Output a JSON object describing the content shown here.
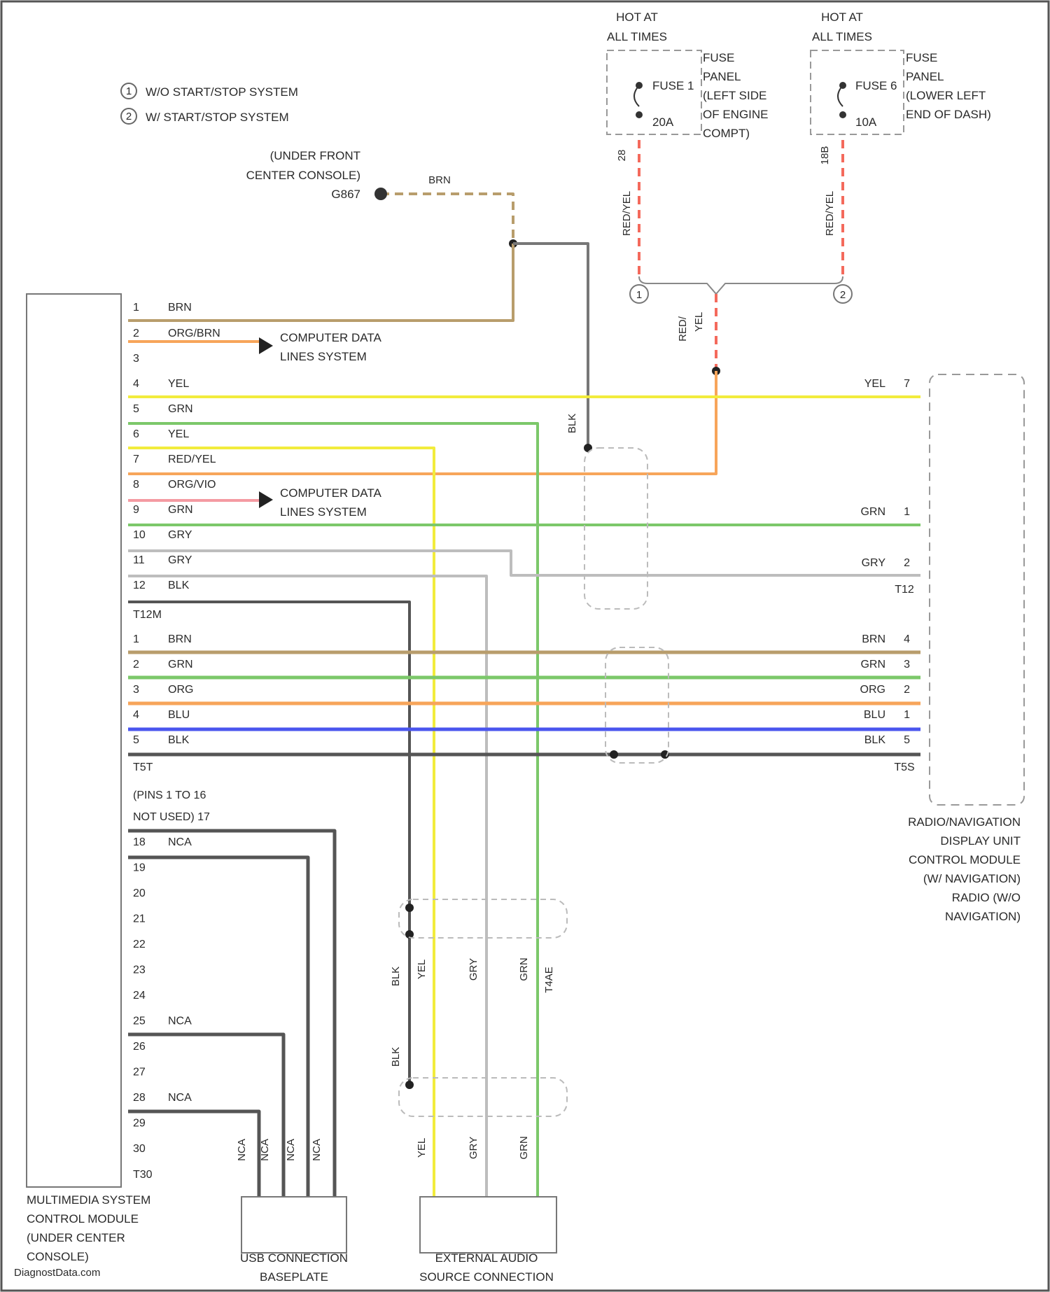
{
  "legend": [
    {
      "symbol": "1",
      "text": "W/O START/STOP SYSTEM"
    },
    {
      "symbol": "2",
      "text": "W/ START/STOP SYSTEM"
    }
  ],
  "fuses": [
    {
      "header": [
        "HOT AT",
        "ALL TIMES"
      ],
      "fuse": "FUSE 1",
      "rating": "20A",
      "circuit": "28",
      "location": [
        "FUSE",
        "PANEL",
        "(LEFT SIDE",
        "OF ENGINE",
        "COMPT)"
      ],
      "wire": "RED/YEL",
      "variant": "1"
    },
    {
      "header": [
        "HOT AT",
        "ALL TIMES"
      ],
      "fuse": "FUSE 6",
      "rating": "10A",
      "circuit": "18B",
      "location": [
        "FUSE",
        "PANEL",
        "(LOWER LEFT",
        "END OF DASH)"
      ],
      "wire": "RED/YEL",
      "variant": "2"
    }
  ],
  "feed_wire": [
    "RED/",
    "YEL"
  ],
  "ground": {
    "location": [
      "(UNDER FRONT",
      "CENTER CONSOLE)"
    ],
    "id": "G867",
    "wire": "BRN",
    "branch_wire": "BLK"
  },
  "left_module": {
    "name": [
      "MULTIMEDIA SYSTEM",
      "CONTROL MODULE",
      "(UNDER CENTER",
      "CONSOLE)"
    ],
    "connector1_pins": [
      {
        "n": "1",
        "c": "BRN"
      },
      {
        "n": "2",
        "c": "ORG/BRN"
      },
      {
        "n": "3",
        "c": ""
      },
      {
        "n": "4",
        "c": "YEL"
      },
      {
        "n": "5",
        "c": "GRN"
      },
      {
        "n": "6",
        "c": "YEL"
      },
      {
        "n": "7",
        "c": "RED/YEL"
      },
      {
        "n": "8",
        "c": "ORG/VIO"
      },
      {
        "n": "9",
        "c": "GRN"
      },
      {
        "n": "10",
        "c": "GRY"
      },
      {
        "n": "11",
        "c": "GRY"
      },
      {
        "n": "12",
        "c": "BLK"
      }
    ],
    "connector1_id": "T12M",
    "connector2_pins": [
      {
        "n": "1",
        "c": "BRN"
      },
      {
        "n": "2",
        "c": "GRN"
      },
      {
        "n": "3",
        "c": "ORG"
      },
      {
        "n": "4",
        "c": "BLU"
      },
      {
        "n": "5",
        "c": "BLK"
      }
    ],
    "connector2_id": "T5T",
    "connector3_text": [
      "(PINS 1 TO 16",
      "NOT USED) 17"
    ],
    "connector3_pins": [
      {
        "n": "18",
        "c": "NCA"
      },
      {
        "n": "19",
        "c": ""
      },
      {
        "n": "20",
        "c": ""
      },
      {
        "n": "21",
        "c": ""
      },
      {
        "n": "22",
        "c": ""
      },
      {
        "n": "23",
        "c": ""
      },
      {
        "n": "24",
        "c": ""
      },
      {
        "n": "25",
        "c": "NCA"
      },
      {
        "n": "26",
        "c": ""
      },
      {
        "n": "27",
        "c": ""
      },
      {
        "n": "28",
        "c": "NCA"
      },
      {
        "n": "29",
        "c": ""
      },
      {
        "n": "30",
        "c": ""
      }
    ],
    "connector3_id": "T30"
  },
  "computer_data": [
    "COMPUTER DATA",
    "LINES SYSTEM"
  ],
  "right_module": {
    "name": [
      "RADIO/NAVIGATION",
      "DISPLAY UNIT",
      "CONTROL MODULE",
      "(W/ NAVIGATION)",
      "RADIO (W/O",
      "NAVIGATION)"
    ],
    "pins": [
      {
        "c": "YEL",
        "n": "7"
      },
      {
        "c": "GRN",
        "n": "1"
      },
      {
        "c": "GRY",
        "n": "2"
      },
      {
        "c": "BRN",
        "n": "4"
      },
      {
        "c": "GRN",
        "n": "3"
      },
      {
        "c": "ORG",
        "n": "2"
      },
      {
        "c": "BLU",
        "n": "1"
      },
      {
        "c": "BLK",
        "n": "5"
      }
    ],
    "connector1_id": "T12",
    "connector2_id": "T5S"
  },
  "usb": {
    "name": [
      "USB CONNECTION",
      "BASEPLATE"
    ],
    "wires": [
      "NCA",
      "NCA",
      "NCA",
      "NCA"
    ]
  },
  "aux": {
    "name": [
      "EXTERNAL AUDIO",
      "SOURCE CONNECTION"
    ],
    "wires_top": [
      "BLK",
      "YEL",
      "GRY",
      "GRN"
    ],
    "wires_bottom": [
      "YEL",
      "GRY",
      "GRN"
    ],
    "branch_wire": "BLK",
    "connector": "T4AE"
  },
  "watermark": "DiagnostData.com",
  "colors": {
    "BRN": "#b89d6c",
    "ORG": "#f7a55a",
    "YEL": "#f2ec3c",
    "GRN": "#7cc86a",
    "RED": "#f46a5c",
    "GRY": "#bdbdbd",
    "BLK": "#555555",
    "BLU": "#4a55ee",
    "PINK": "#f49aa2"
  }
}
